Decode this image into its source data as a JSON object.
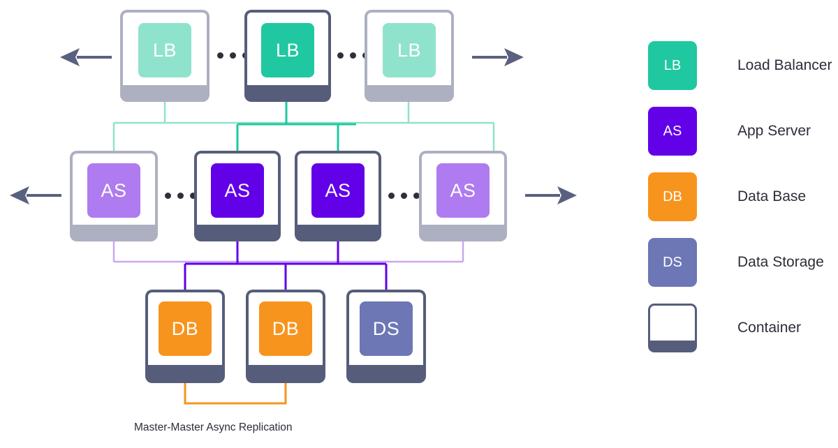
{
  "diagram": {
    "caption": "Master-Master Async Replication",
    "colors": {
      "lb_active": "#1FC8A0",
      "lb_dim": "#8FE3CC",
      "as_active": "#6200E8",
      "as_dim": "#AE7BF0",
      "db": "#F7941E",
      "ds": "#6D77B5",
      "frame_active": "#555D7A",
      "frame_dim": "#ADB0C0",
      "arrow": "#5A6080",
      "text": "#2D2D38"
    },
    "rows": [
      {
        "id": "load-balancer-row",
        "nodes": [
          {
            "code": "LB",
            "state": "dim"
          },
          {
            "code": "LB",
            "state": "active"
          },
          {
            "code": "LB",
            "state": "dim"
          }
        ],
        "arrow_left": "←",
        "arrow_right": "→"
      },
      {
        "id": "app-server-row",
        "nodes": [
          {
            "code": "AS",
            "state": "dim"
          },
          {
            "code": "AS",
            "state": "active"
          },
          {
            "code": "AS",
            "state": "active"
          },
          {
            "code": "AS",
            "state": "dim"
          }
        ],
        "arrow_left": "←",
        "arrow_right": "→"
      },
      {
        "id": "data-row",
        "nodes": [
          {
            "code": "DB",
            "state": "active"
          },
          {
            "code": "DB",
            "state": "active"
          },
          {
            "code": "DS",
            "state": "active"
          }
        ]
      }
    ]
  },
  "legend": {
    "items": [
      {
        "code": "LB",
        "label": "Load Balancer",
        "color": "#1FC8A0"
      },
      {
        "code": "AS",
        "label": "App Server",
        "color": "#6200E8"
      },
      {
        "code": "DB",
        "label": "Data Base",
        "color": "#F7941E"
      },
      {
        "code": "DS",
        "label": "Data Storage",
        "color": "#6D77B5"
      },
      {
        "code": "",
        "label": "Container",
        "color": "#FFFFFF"
      }
    ]
  }
}
